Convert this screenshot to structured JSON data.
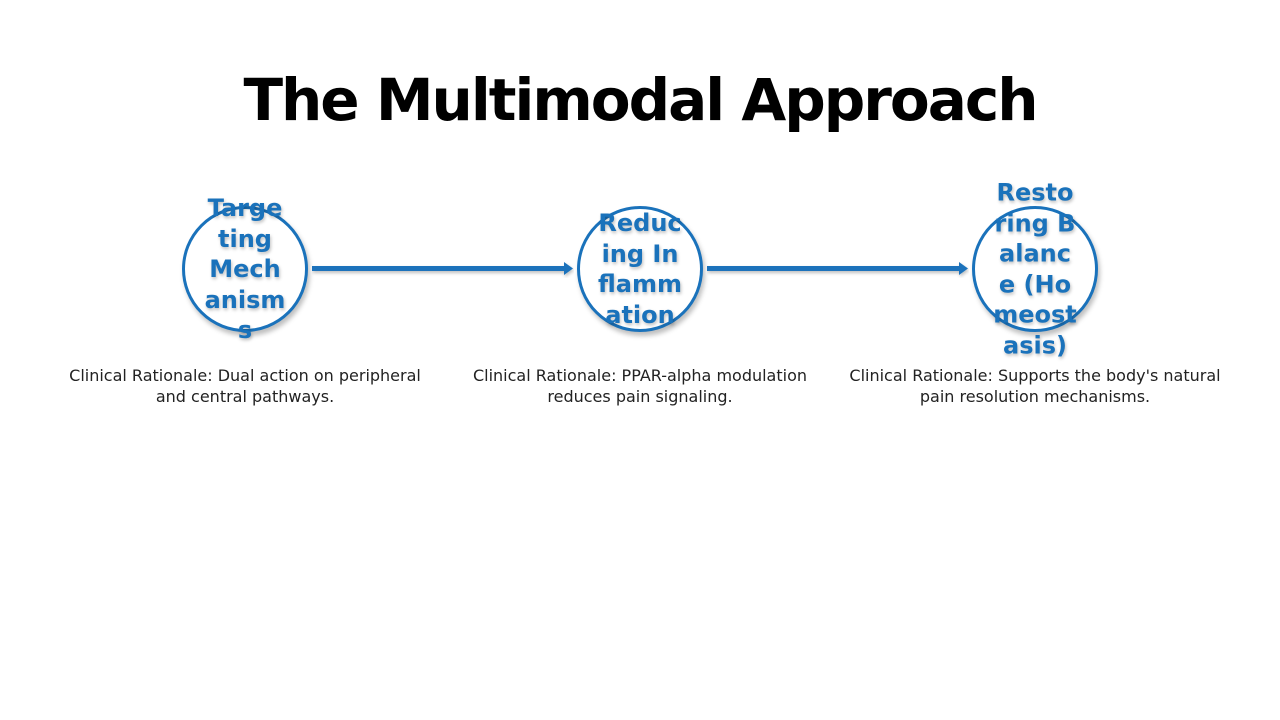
{
  "title": "The Multimodal Approach",
  "colors": {
    "accent": "#1a72bb",
    "title": "#000000",
    "body_text": "#222222"
  },
  "steps": [
    {
      "label": "Targeting Mechanisms",
      "description": "Clinical Rationale: Dual action on peripheral and central pathways."
    },
    {
      "label": "Reducing Inflammation",
      "description": "Clinical Rationale: PPAR-alpha modulation reduces pain signaling."
    },
    {
      "label": "Restoring Balance (Homeostasis)",
      "description": "Clinical Rationale: Supports the body's natural pain resolution mechanisms."
    }
  ]
}
